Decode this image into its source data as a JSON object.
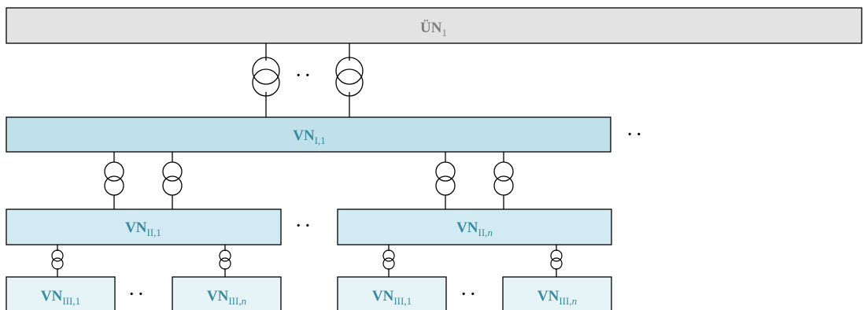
{
  "colors": {
    "un_fill": "#e3e3e3",
    "un_text": "#7f7f7f",
    "vn1_fill": "#c0e0ea",
    "vn2_fill": "#d2ebf2",
    "vn3_fill": "#e6f4f8",
    "vn_text": "#3a8aa0",
    "stroke": "#000000"
  },
  "diagram": {
    "un": {
      "main": "ÜN",
      "sub": "1"
    },
    "vn1": {
      "main": "VN",
      "sub": "I,1"
    },
    "vn2_left": {
      "main": "VN",
      "sub": "II,1"
    },
    "vn2_right": {
      "main": "VN",
      "sub": "II,",
      "sub_italic": "n"
    },
    "vn3_a": {
      "main": "VN",
      "sub": "III,1"
    },
    "vn3_b": {
      "main": "VN",
      "sub": "III,",
      "sub_italic": "n"
    },
    "vn3_c": {
      "main": "VN",
      "sub": "III,1"
    },
    "vn3_d": {
      "main": "VN",
      "sub": "III,",
      "sub_italic": "n"
    },
    "ellipsis": "· ·"
  }
}
